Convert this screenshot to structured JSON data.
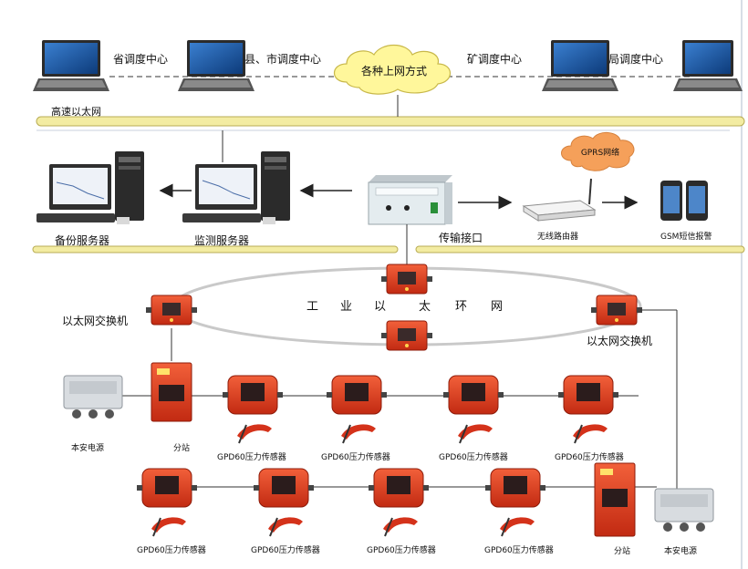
{
  "top": {
    "network_label": "高速以太网",
    "cloud_label": "各种上网方式",
    "centers": [
      "省调度中心",
      "县、市调度中心",
      "矿调度中心",
      "局调度中心"
    ]
  },
  "middle": {
    "backup_server": "备份服务器",
    "monitor_server": "监测服务器",
    "transfer": "传输接口",
    "gprs": "GPRS网络",
    "router": "无线路由器",
    "gsm": "GSM短信报警"
  },
  "ring": {
    "label_chars": [
      "工",
      "业",
      "以",
      "太",
      "环",
      "网"
    ],
    "switch_left": "以太网交换机",
    "switch_right": "以太网交换机"
  },
  "field": {
    "power_top": "本安电源",
    "station_top": "分站",
    "sensors_top": [
      "GPD60压力传感器",
      "GPD60压力传感器",
      "GPD60压力传感器",
      "GPD60压力传感器"
    ],
    "sensors_bottom": [
      "GPD60压力传感器",
      "GPD60压力传感器",
      "GPD60压力传感器",
      "GPD60压力传感器"
    ],
    "station_bottom": "分站",
    "power_bottom": "本安电源"
  },
  "colors": {
    "bus": "#f3eca2",
    "bus_stroke": "#b9ad55",
    "cloud": "#fff79b",
    "device_red": "#e23a1e",
    "dark": "#333333"
  }
}
